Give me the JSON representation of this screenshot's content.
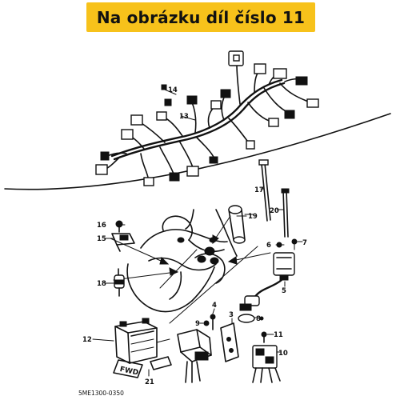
{
  "banner": {
    "text": "Na obrázku díl číslo 11",
    "color": "#f7c21b"
  },
  "drawing_code": "5ME1300-0350",
  "fwd_label": "FWD",
  "part_numbers": {
    "p3": "3",
    "p4": "4",
    "p5": "5",
    "p6": "6",
    "p7": "7",
    "p8": "8",
    "p9": "9",
    "p10": "10",
    "p11": "11",
    "p12": "12",
    "p13": "13",
    "p14": "14",
    "p15": "15",
    "p16": "16",
    "p17": "17",
    "p18": "18",
    "p19": "19",
    "p20": "20",
    "p21": "21"
  }
}
